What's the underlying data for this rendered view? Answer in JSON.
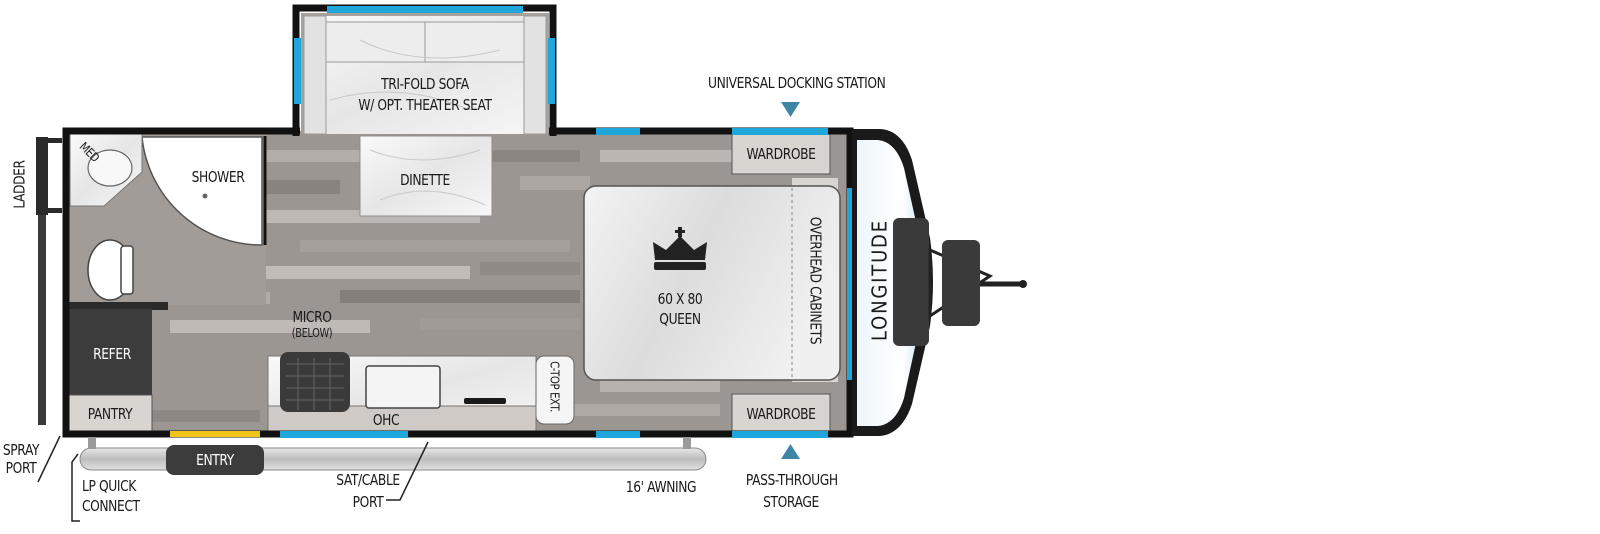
{
  "labels": {
    "sofa_line1": "TRI-FOLD SOFA",
    "sofa_line2": "W/ OPT. THEATER SEAT",
    "dinette": "DINETTE",
    "shower": "SHOWER",
    "med": "MED",
    "ladder": "LADDER",
    "refer": "REFER",
    "pantry": "PANTRY",
    "micro": "MICRO",
    "micro_sub": "(BELOW)",
    "ohc": "OHC",
    "ctop": "C-TOP EXT.",
    "bed_line1": "60 X 80",
    "bed_line2": "QUEEN",
    "overhead": "OVERHEAD CABINETS",
    "wardrobe_top": "WARDROBE",
    "wardrobe_bottom": "WARDROBE",
    "docking": "UNIVERSAL DOCKING STATION",
    "brand": "LONGITUDE",
    "entry": "ENTRY",
    "awning": "16' AWNING",
    "spray_1": "SPRAY",
    "spray_2": "PORT",
    "lp_1": "LP QUICK",
    "lp_2": "CONNECT",
    "sat_1": "SAT/CABLE",
    "sat_2": "PORT",
    "pass_1": "PASS-THROUGH",
    "pass_2": "STORAGE"
  },
  "icons": {
    "queen_bed": "crown-icon",
    "docking_marker": "triangle-down-icon",
    "storage_marker": "triangle-up-icon"
  },
  "colors": {
    "wall": "#111111",
    "window": "#1fa7dc",
    "floor": "#9c9693",
    "floor_light": "#bcb7b3",
    "cabinet": "#d8d4cf",
    "refer": "#3c3c3c",
    "marble": "#f1f1f1",
    "marker": "#3f86a6",
    "entry_step": "#f0c419"
  }
}
